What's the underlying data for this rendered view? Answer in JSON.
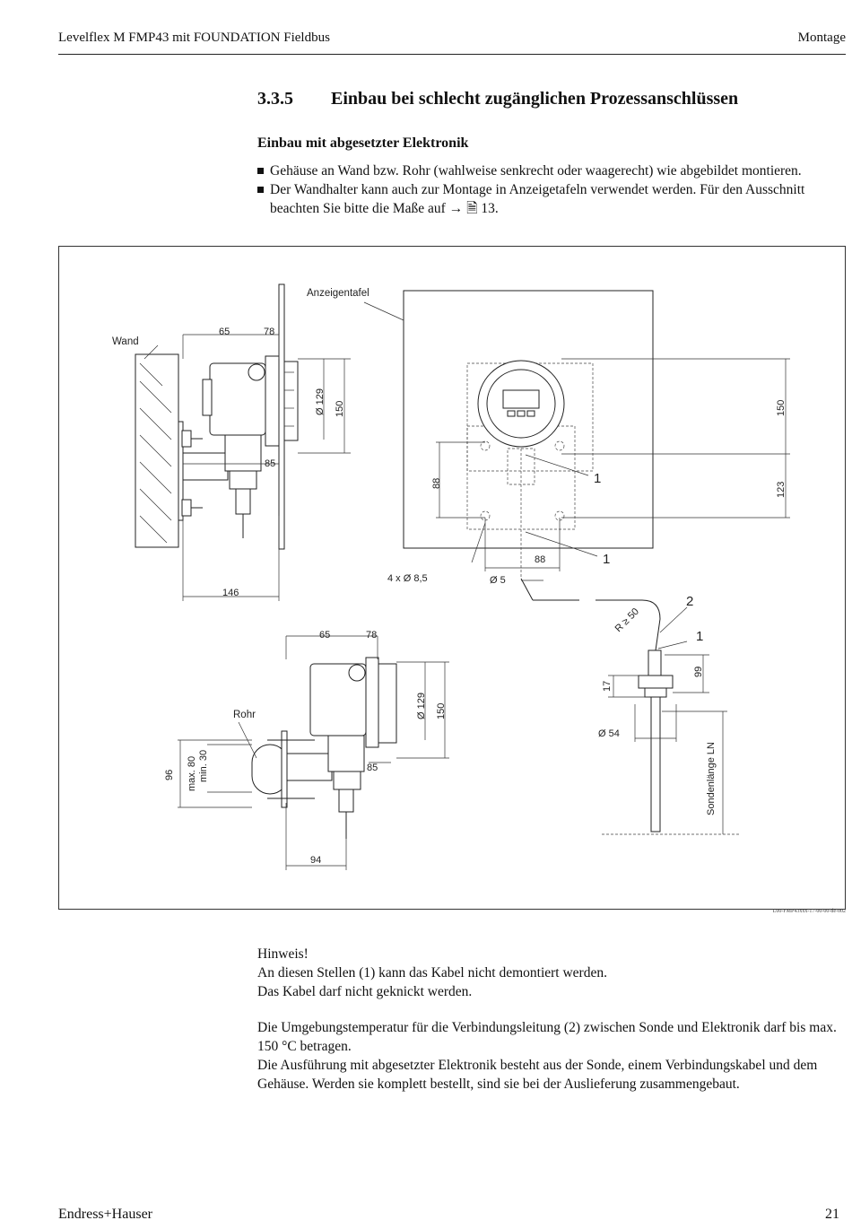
{
  "header": {
    "left": "Levelflex M FMP43 mit FOUNDATION Fieldbus",
    "right": "Montage"
  },
  "section": {
    "number": "3.3.5",
    "title": "Einbau bei schlecht zugänglichen Prozessanschlüssen"
  },
  "subsection": "Einbau mit abgesetzter Elektronik",
  "bullets": [
    "Gehäuse an Wand bzw. Rohr (wahlweise senkrecht oder waagerecht) wie abgebildet montieren.",
    "Der Wandhalter kann auch zur Montage in Anzeigetafeln verwendet werden. Für den Ausschnitt beachten Sie bitte die Maße auf → 🗎 13."
  ],
  "figure": {
    "labels": {
      "wand": "Wand",
      "anzeigentafel": "Anzeigentafel",
      "rohr": "Rohr",
      "dim_65": "65",
      "dim_78": "78",
      "dim_d129": "Ø 129",
      "dim_150": "150",
      "dim_85": "85",
      "dim_146": "146",
      "dim_88": "88",
      "dim_123": "123",
      "dim_4x85": "4 x Ø 8,5",
      "dim_d5": "Ø 5",
      "callout_1": "1",
      "callout_2": "2",
      "radius": "R ≥ 50",
      "dim_17": "17",
      "dim_99": "99",
      "dim_d54": "Ø 54",
      "sondenlaenge": "Sondenlänge LN",
      "dim_96": "96",
      "dim_max80": "max. 80",
      "dim_min30": "min. 30",
      "dim_94": "94"
    },
    "reference": "L00-FMP43xxx-17-00-00-de-002"
  },
  "note": {
    "title": "Hinweis!",
    "lines": [
      "An diesen Stellen (1) kann das Kabel nicht demontiert werden.",
      "Das Kabel darf nicht geknickt werden."
    ]
  },
  "paragraphs": [
    "Die Umgebungstemperatur für die Verbindungsleitung (2) zwischen Sonde und Elektronik darf bis max. 150 °C betragen.",
    "Die Ausführung mit abgesetzter Elektronik besteht aus der Sonde, einem Verbindungskabel und dem Gehäuse. Werden sie komplett bestellt, sind sie bei der Auslieferung zusammengebaut."
  ],
  "footer": {
    "brand": "Endress+Hauser",
    "page": "21"
  }
}
